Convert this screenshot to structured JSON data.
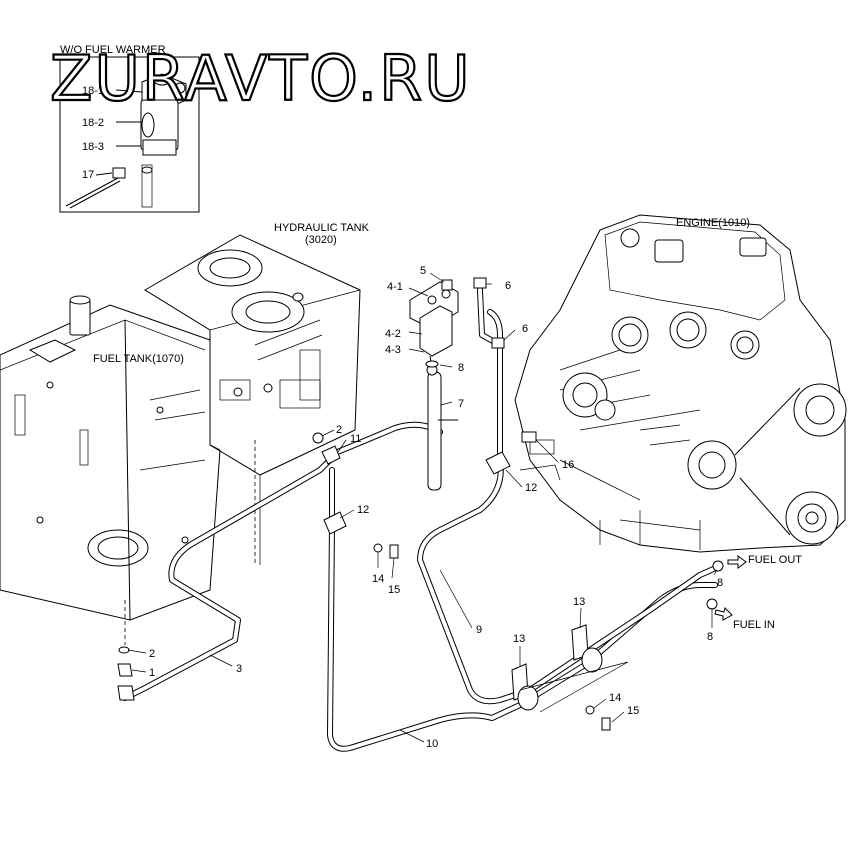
{
  "watermark": "ZURAVTO.RU",
  "inset": {
    "title": "W/O FUEL WARMER",
    "labels": [
      "18-1",
      "18-2",
      "18-3",
      "17"
    ]
  },
  "components": {
    "hydraulic_tank_line1": "HYDRAULIC TANK",
    "hydraulic_tank_line2": "(3020)",
    "engine": "ENGINE(1010)",
    "fuel_tank": "FUEL TANK(1070)",
    "fuel_out": "FUEL OUT",
    "fuel_in": "FUEL IN"
  },
  "callouts": {
    "c4_1": "4-1",
    "c5": "5",
    "c6a": "6",
    "c6b": "6",
    "c4_2": "4-2",
    "c4_3": "4-3",
    "c8a": "8",
    "c7": "7",
    "c2a": "2",
    "c11": "11",
    "c16": "16",
    "c12a": "12",
    "c12b": "12",
    "c14a": "14",
    "c15a": "15",
    "c9": "9",
    "c13a": "13",
    "c13b": "13",
    "c8b": "8",
    "c8c": "8",
    "c2b": "2",
    "c1": "1",
    "c3": "3",
    "c14b": "14",
    "c15b": "15",
    "c10": "10"
  }
}
